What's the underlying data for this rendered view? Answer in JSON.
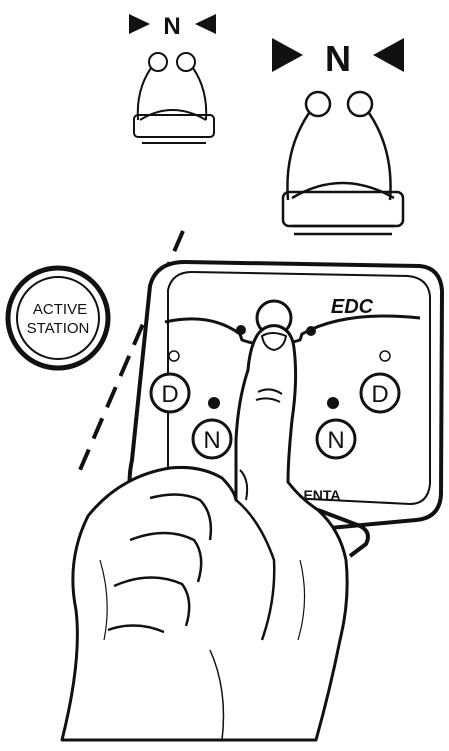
{
  "neutral_small": {
    "letter": "N"
  },
  "neutral_large": {
    "letter": "N"
  },
  "active_station_button": {
    "line1": "ACTIVE",
    "line2": "STATION"
  },
  "panel": {
    "brand": "EDC",
    "maker_partial": "ENTA",
    "left_drive": "D",
    "right_drive": "D",
    "left_neutral": "N",
    "right_neutral": "N"
  }
}
